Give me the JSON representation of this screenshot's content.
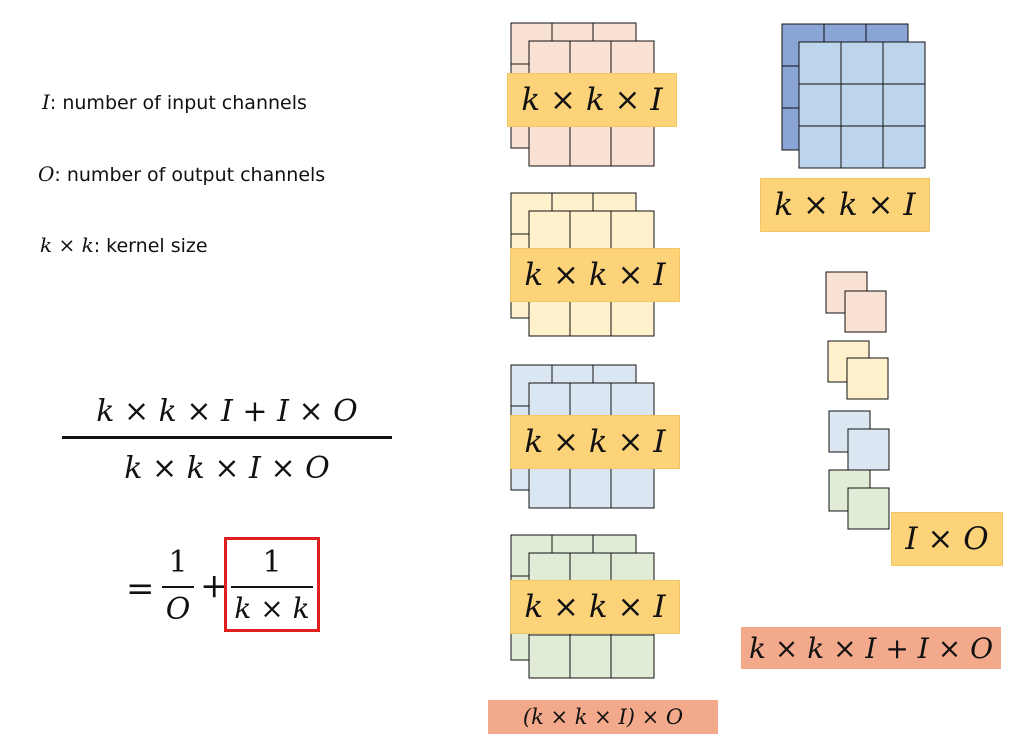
{
  "definitions": [
    {
      "symbol": "I",
      "text": ": number of input channels"
    },
    {
      "symbol": "O",
      "text": ": number of output channels"
    },
    {
      "symbol": "k × k",
      "text": ": kernel size"
    }
  ],
  "formula": {
    "numerator": "k × k × I + I × O",
    "denominator": "k × k × I × O",
    "equals": "=",
    "term1_num": "1",
    "term1_den": "O",
    "plus": "+",
    "term2_num": "1",
    "term2_den": "k × k"
  },
  "standard_conv": {
    "filter_labels": [
      "k × k × I",
      "k × k × I",
      "k × k × I",
      "k × k × I"
    ],
    "total_label": "(k × k × I) × O"
  },
  "separable_conv": {
    "depthwise_label": "k × k × I",
    "pointwise_label": "I × O",
    "total_label": "k × k × I + I × O"
  },
  "colors": {
    "filter_orange": "#f9e1d3",
    "filter_yellow": "#fff1cb",
    "filter_blue": "#dae6f2",
    "filter_green": "#e1ecd6",
    "depthwise_front": "#bdd5ec",
    "depthwise_back": "#8ba4d6",
    "label_yellow": "#fdd37a",
    "label_salmon": "#f3a98c",
    "highlight_box": "#e02020"
  }
}
